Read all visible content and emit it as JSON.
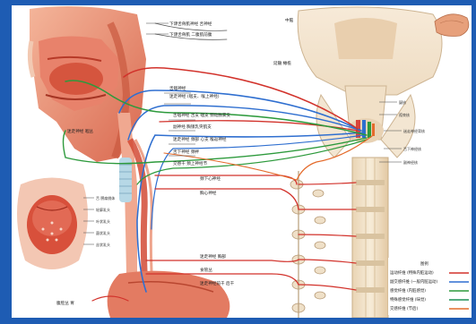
{
  "labels": {
    "top_left_1": "下颌舌骨肌神经 舌神经",
    "top_left_2": "下颌舌骨肌 二腹肌前腹",
    "brain_top": "中脑",
    "brain_mid": "延髓 橄榄",
    "label_n1": "舌咽神经",
    "label_n2": "迷走神经 (咽支、喉上神经)",
    "label_n3": "舌咽神经 舌支 咽支 颈动脉窦支",
    "label_n4": "副神经 胸锁乳突肌支",
    "label_n5": "迷走神经 颈部 心支 喉返神经",
    "label_n6": "舌下神经 颈袢",
    "label_n7": "交感干 颈上神经节",
    "label_mid1": "颈下心神经",
    "label_mid2": "胸心神经",
    "label_left1": "迷走神经 咽丛",
    "label_tongue1": "舌 腭扁桃体",
    "label_tongue2": "轮廓乳头",
    "label_tongue3": "叶状乳头",
    "label_tongue4": "菌状乳头",
    "label_tongue5": "丝状乳头",
    "label_thoracic1": "迷走神经 胸部",
    "label_thoracic2": "食管丛",
    "label_thoracic3": "迷走神经前干 后干",
    "label_bottom_left": "腹腔丛 胃",
    "label_right1": "疑核",
    "label_right2": "孤束核",
    "label_right3": "迷走神经背核",
    "label_right4": "舌下神经核",
    "label_right5": "副神经核"
  },
  "legend": {
    "title": "图例",
    "items": [
      {
        "text": "运动纤维 (特殊内脏运动)",
        "color": "#d2322b"
      },
      {
        "text": "副交感纤维 (一般内脏运动)",
        "color": "#2f6fd0"
      },
      {
        "text": "感觉纤维 (内脏感觉)",
        "color": "#2d9a3c"
      },
      {
        "text": "特殊感觉纤维 (味觉)",
        "color": "#1f8f57"
      },
      {
        "text": "交感纤维 (节后)",
        "color": "#e46a2a"
      }
    ]
  }
}
